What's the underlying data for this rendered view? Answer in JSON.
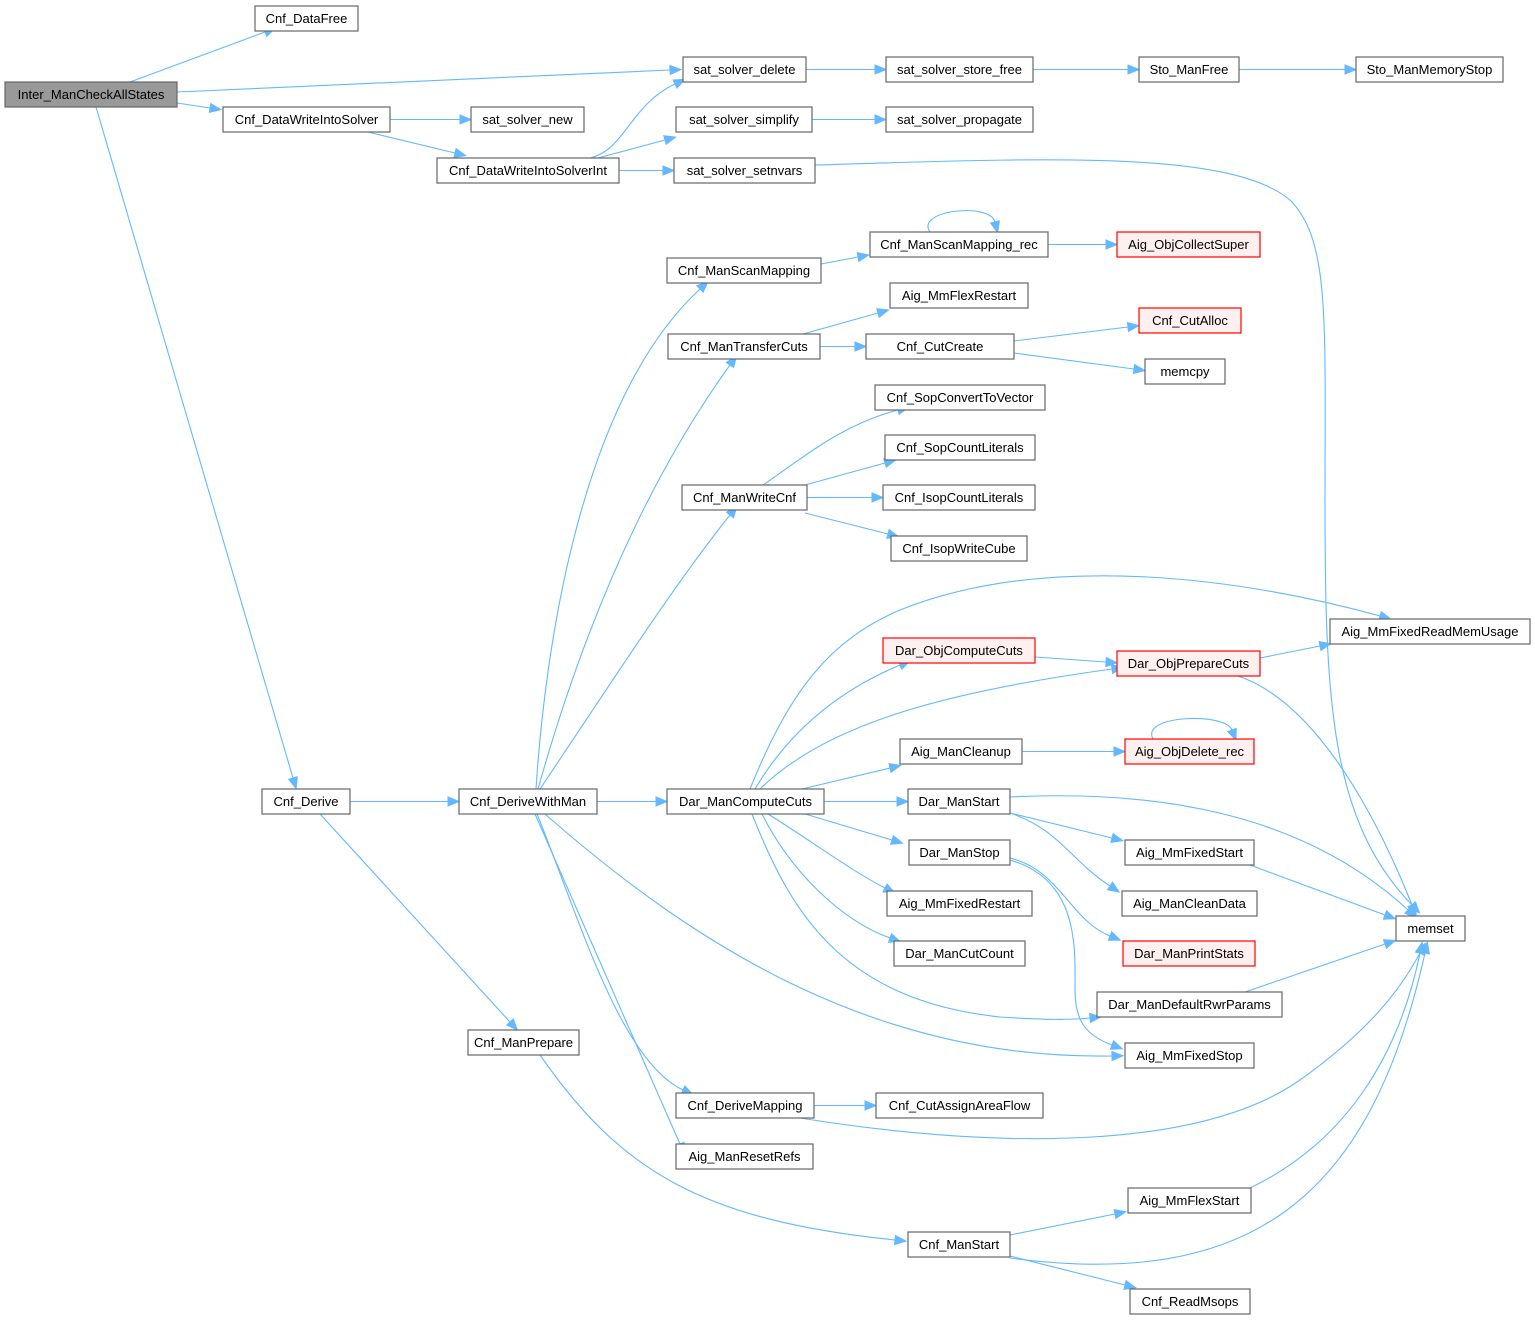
{
  "colors": {
    "edge": "#63b8ff",
    "node_border": "#666666",
    "root_fill": "#999999",
    "incomplete_border": "#ff0000",
    "incomplete_fill": "#fff0f0"
  },
  "nodes": [
    {
      "id": "inter_mancheckallstates",
      "label": "Inter_ManCheckAllStates",
      "style": "root"
    },
    {
      "id": "cnf_datafree",
      "label": "Cnf_DataFree",
      "style": "normal"
    },
    {
      "id": "sat_solver_delete",
      "label": "sat_solver_delete",
      "style": "normal"
    },
    {
      "id": "sat_solver_store_free",
      "label": "sat_solver_store_free",
      "style": "normal"
    },
    {
      "id": "sto_manfree",
      "label": "Sto_ManFree",
      "style": "normal"
    },
    {
      "id": "sto_manmemorystop",
      "label": "Sto_ManMemoryStop",
      "style": "normal"
    },
    {
      "id": "cnf_datawriteintosolver",
      "label": "Cnf_DataWriteIntoSolver",
      "style": "normal"
    },
    {
      "id": "sat_solver_new",
      "label": "sat_solver_new",
      "style": "normal"
    },
    {
      "id": "sat_solver_simplify",
      "label": "sat_solver_simplify",
      "style": "normal"
    },
    {
      "id": "sat_solver_propagate",
      "label": "sat_solver_propagate",
      "style": "normal"
    },
    {
      "id": "cnf_datawriteintosolverint",
      "label": "Cnf_DataWriteIntoSolverInt",
      "style": "normal"
    },
    {
      "id": "sat_solver_setnvars",
      "label": "sat_solver_setnvars",
      "style": "normal"
    },
    {
      "id": "cnf_manscanmapping_rec",
      "label": "Cnf_ManScanMapping_rec",
      "style": "normal"
    },
    {
      "id": "aig_objcollectsuper",
      "label": "Aig_ObjCollectSuper",
      "style": "red"
    },
    {
      "id": "cnf_manscanmapping",
      "label": "Cnf_ManScanMapping",
      "style": "normal"
    },
    {
      "id": "aig_mmflexrestart",
      "label": "Aig_MmFlexRestart",
      "style": "normal"
    },
    {
      "id": "cnf_cutalloc",
      "label": "Cnf_CutAlloc",
      "style": "red"
    },
    {
      "id": "cnf_mantransfercuts",
      "label": "Cnf_ManTransferCuts",
      "style": "normal"
    },
    {
      "id": "cnf_cutcreate",
      "label": "Cnf_CutCreate",
      "style": "normal"
    },
    {
      "id": "memcpy",
      "label": "memcpy",
      "style": "normal"
    },
    {
      "id": "cnf_sopconverttovector",
      "label": "Cnf_SopConvertToVector",
      "style": "normal"
    },
    {
      "id": "cnf_sopcountliterals",
      "label": "Cnf_SopCountLiterals",
      "style": "normal"
    },
    {
      "id": "cnf_manwritecnf",
      "label": "Cnf_ManWriteCnf",
      "style": "normal"
    },
    {
      "id": "cnf_isopcountliterals",
      "label": "Cnf_IsopCountLiterals",
      "style": "normal"
    },
    {
      "id": "cnf_isopwritecube",
      "label": "Cnf_IsopWriteCube",
      "style": "normal"
    },
    {
      "id": "aig_mmfixedreadmemusage",
      "label": "Aig_MmFixedReadMemUsage",
      "style": "normal"
    },
    {
      "id": "dar_objcomputecuts",
      "label": "Dar_ObjComputeCuts",
      "style": "red"
    },
    {
      "id": "dar_objpreparecuts",
      "label": "Dar_ObjPrepareCuts",
      "style": "red"
    },
    {
      "id": "aig_mancleanup",
      "label": "Aig_ManCleanup",
      "style": "normal"
    },
    {
      "id": "aig_objdelete_rec",
      "label": "Aig_ObjDelete_rec",
      "style": "red"
    },
    {
      "id": "cnf_derive",
      "label": "Cnf_Derive",
      "style": "normal"
    },
    {
      "id": "cnf_derivewithman",
      "label": "Cnf_DeriveWithMan",
      "style": "normal"
    },
    {
      "id": "dar_mancomputecuts",
      "label": "Dar_ManComputeCuts",
      "style": "normal"
    },
    {
      "id": "dar_manstart",
      "label": "Dar_ManStart",
      "style": "normal"
    },
    {
      "id": "aig_mmfixedstart",
      "label": "Aig_MmFixedStart",
      "style": "normal"
    },
    {
      "id": "dar_manstop",
      "label": "Dar_ManStop",
      "style": "normal"
    },
    {
      "id": "aig_mmfixedrestart",
      "label": "Aig_MmFixedRestart",
      "style": "normal"
    },
    {
      "id": "aig_mancleandata",
      "label": "Aig_ManCleanData",
      "style": "normal"
    },
    {
      "id": "memset",
      "label": "memset",
      "style": "normal"
    },
    {
      "id": "dar_mancutcount",
      "label": "Dar_ManCutCount",
      "style": "normal"
    },
    {
      "id": "dar_manprintstats",
      "label": "Dar_ManPrintStats",
      "style": "red"
    },
    {
      "id": "dar_mandefaultrwrparams",
      "label": "Dar_ManDefaultRwrParams",
      "style": "normal"
    },
    {
      "id": "cnf_manprepare",
      "label": "Cnf_ManPrepare",
      "style": "normal"
    },
    {
      "id": "aig_mmfixedstop",
      "label": "Aig_MmFixedStop",
      "style": "normal"
    },
    {
      "id": "cnf_derivemapping",
      "label": "Cnf_DeriveMapping",
      "style": "normal"
    },
    {
      "id": "cnf_cutassignareaflow",
      "label": "Cnf_CutAssignAreaFlow",
      "style": "normal"
    },
    {
      "id": "aig_manresetrefs",
      "label": "Aig_ManResetRefs",
      "style": "normal"
    },
    {
      "id": "aig_mmflexstart",
      "label": "Aig_MmFlexStart",
      "style": "normal"
    },
    {
      "id": "cnf_manstart",
      "label": "Cnf_ManStart",
      "style": "normal"
    },
    {
      "id": "cnf_readmsops",
      "label": "Cnf_ReadMsops",
      "style": "normal"
    }
  ],
  "edges": [
    [
      "inter_mancheckallstates",
      "cnf_datafree"
    ],
    [
      "inter_mancheckallstates",
      "sat_solver_delete"
    ],
    [
      "inter_mancheckallstates",
      "cnf_datawriteintosolver"
    ],
    [
      "inter_mancheckallstates",
      "cnf_derive"
    ],
    [
      "sat_solver_delete",
      "sat_solver_store_free"
    ],
    [
      "sat_solver_store_free",
      "sto_manfree"
    ],
    [
      "sto_manfree",
      "sto_manmemorystop"
    ],
    [
      "cnf_datawriteintosolver",
      "sat_solver_new"
    ],
    [
      "cnf_datawriteintosolver",
      "cnf_datawriteintosolverint"
    ],
    [
      "cnf_datawriteintosolverint",
      "sat_solver_delete"
    ],
    [
      "cnf_datawriteintosolverint",
      "sat_solver_simplify"
    ],
    [
      "cnf_datawriteintosolverint",
      "sat_solver_setnvars"
    ],
    [
      "sat_solver_simplify",
      "sat_solver_propagate"
    ],
    [
      "sat_solver_setnvars",
      "memset"
    ],
    [
      "cnf_manscanmapping",
      "cnf_manscanmapping_rec"
    ],
    [
      "cnf_manscanmapping_rec",
      "cnf_manscanmapping_rec"
    ],
    [
      "cnf_manscanmapping_rec",
      "aig_objcollectsuper"
    ],
    [
      "cnf_mantransfercuts",
      "aig_mmflexrestart"
    ],
    [
      "cnf_mantransfercuts",
      "cnf_cutcreate"
    ],
    [
      "cnf_cutcreate",
      "cnf_cutalloc"
    ],
    [
      "cnf_cutcreate",
      "memcpy"
    ],
    [
      "cnf_manwritecnf",
      "cnf_sopconverttovector"
    ],
    [
      "cnf_manwritecnf",
      "cnf_sopcountliterals"
    ],
    [
      "cnf_manwritecnf",
      "cnf_isopcountliterals"
    ],
    [
      "cnf_manwritecnf",
      "cnf_isopwritecube"
    ],
    [
      "cnf_derive",
      "cnf_derivewithman"
    ],
    [
      "cnf_derive",
      "cnf_manprepare"
    ],
    [
      "cnf_derivewithman",
      "cnf_manscanmapping"
    ],
    [
      "cnf_derivewithman",
      "cnf_mantransfercuts"
    ],
    [
      "cnf_derivewithman",
      "cnf_manwritecnf"
    ],
    [
      "cnf_derivewithman",
      "dar_mancomputecuts"
    ],
    [
      "cnf_derivewithman",
      "aig_mmfixedstop"
    ],
    [
      "cnf_derivewithman",
      "cnf_derivemapping"
    ],
    [
      "cnf_derivewithman",
      "aig_manresetrefs"
    ],
    [
      "dar_mancomputecuts",
      "aig_mmfixedreadmemusage"
    ],
    [
      "dar_mancomputecuts",
      "dar_objcomputecuts"
    ],
    [
      "dar_mancomputecuts",
      "dar_objpreparecuts"
    ],
    [
      "dar_mancomputecuts",
      "aig_mancleanup"
    ],
    [
      "dar_mancomputecuts",
      "dar_manstart"
    ],
    [
      "dar_mancomputecuts",
      "dar_manstop"
    ],
    [
      "dar_mancomputecuts",
      "aig_mmfixedrestart"
    ],
    [
      "dar_mancomputecuts",
      "dar_mancutcount"
    ],
    [
      "dar_mancomputecuts",
      "dar_mandefaultrwrparams"
    ],
    [
      "dar_objcomputecuts",
      "dar_objpreparecuts"
    ],
    [
      "dar_objpreparecuts",
      "aig_mmfixedreadmemusage"
    ],
    [
      "dar_objpreparecuts",
      "memset"
    ],
    [
      "aig_mancleanup",
      "aig_objdelete_rec"
    ],
    [
      "aig_objdelete_rec",
      "aig_objdelete_rec"
    ],
    [
      "dar_manstart",
      "aig_mmfixedstart"
    ],
    [
      "dar_manstart",
      "aig_mancleandata"
    ],
    [
      "dar_manstart",
      "memset"
    ],
    [
      "dar_manstop",
      "dar_manprintstats"
    ],
    [
      "dar_manstop",
      "aig_mmfixedstop"
    ],
    [
      "aig_mmfixedstart",
      "memset"
    ],
    [
      "dar_mandefaultrwrparams",
      "memset"
    ],
    [
      "cnf_manprepare",
      "cnf_manstart"
    ],
    [
      "cnf_derivemapping",
      "cnf_cutassignareaflow"
    ],
    [
      "cnf_derivemapping",
      "memset"
    ],
    [
      "cnf_manstart",
      "aig_mmflexstart"
    ],
    [
      "cnf_manstart",
      "cnf_readmsops"
    ],
    [
      "cnf_manstart",
      "memset"
    ],
    [
      "aig_mmflexstart",
      "memset"
    ]
  ]
}
